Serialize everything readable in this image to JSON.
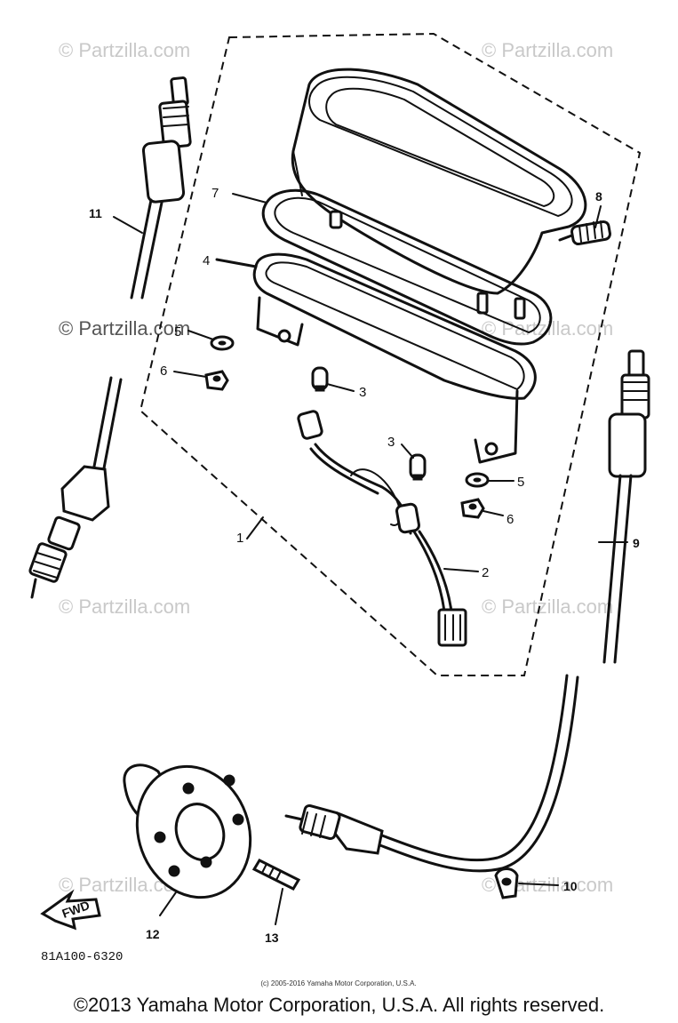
{
  "watermarks": {
    "top_left": "© Partzilla.com",
    "top_right": "© Partzilla.com",
    "mid_left": "© Partzilla.com",
    "mid_right": "© Partzilla.com",
    "lower_left": "© Partzilla.com",
    "lower_right": "© Partzilla.com",
    "bottom_left": "© Partzilla.com",
    "bottom_right": "© Partzilla.com"
  },
  "callouts": {
    "c1": "1",
    "c2": "2",
    "c3a": "3",
    "c3b": "3",
    "c4": "4",
    "c5a": "5",
    "c5b": "5",
    "c6a": "6",
    "c6b": "6",
    "c7": "7",
    "c8": "8",
    "c9": "9",
    "c10": "10",
    "c11": "11",
    "c12": "12",
    "c13": "13"
  },
  "fwd_label": "FWD",
  "diagram_code": "81A100-6320",
  "small_copyright": "(c) 2005-2016 Yamaha Motor Corporation, U.S.A.",
  "copyright": "©2013 Yamaha Motor Corporation, U.S.A. All rights reserved."
}
